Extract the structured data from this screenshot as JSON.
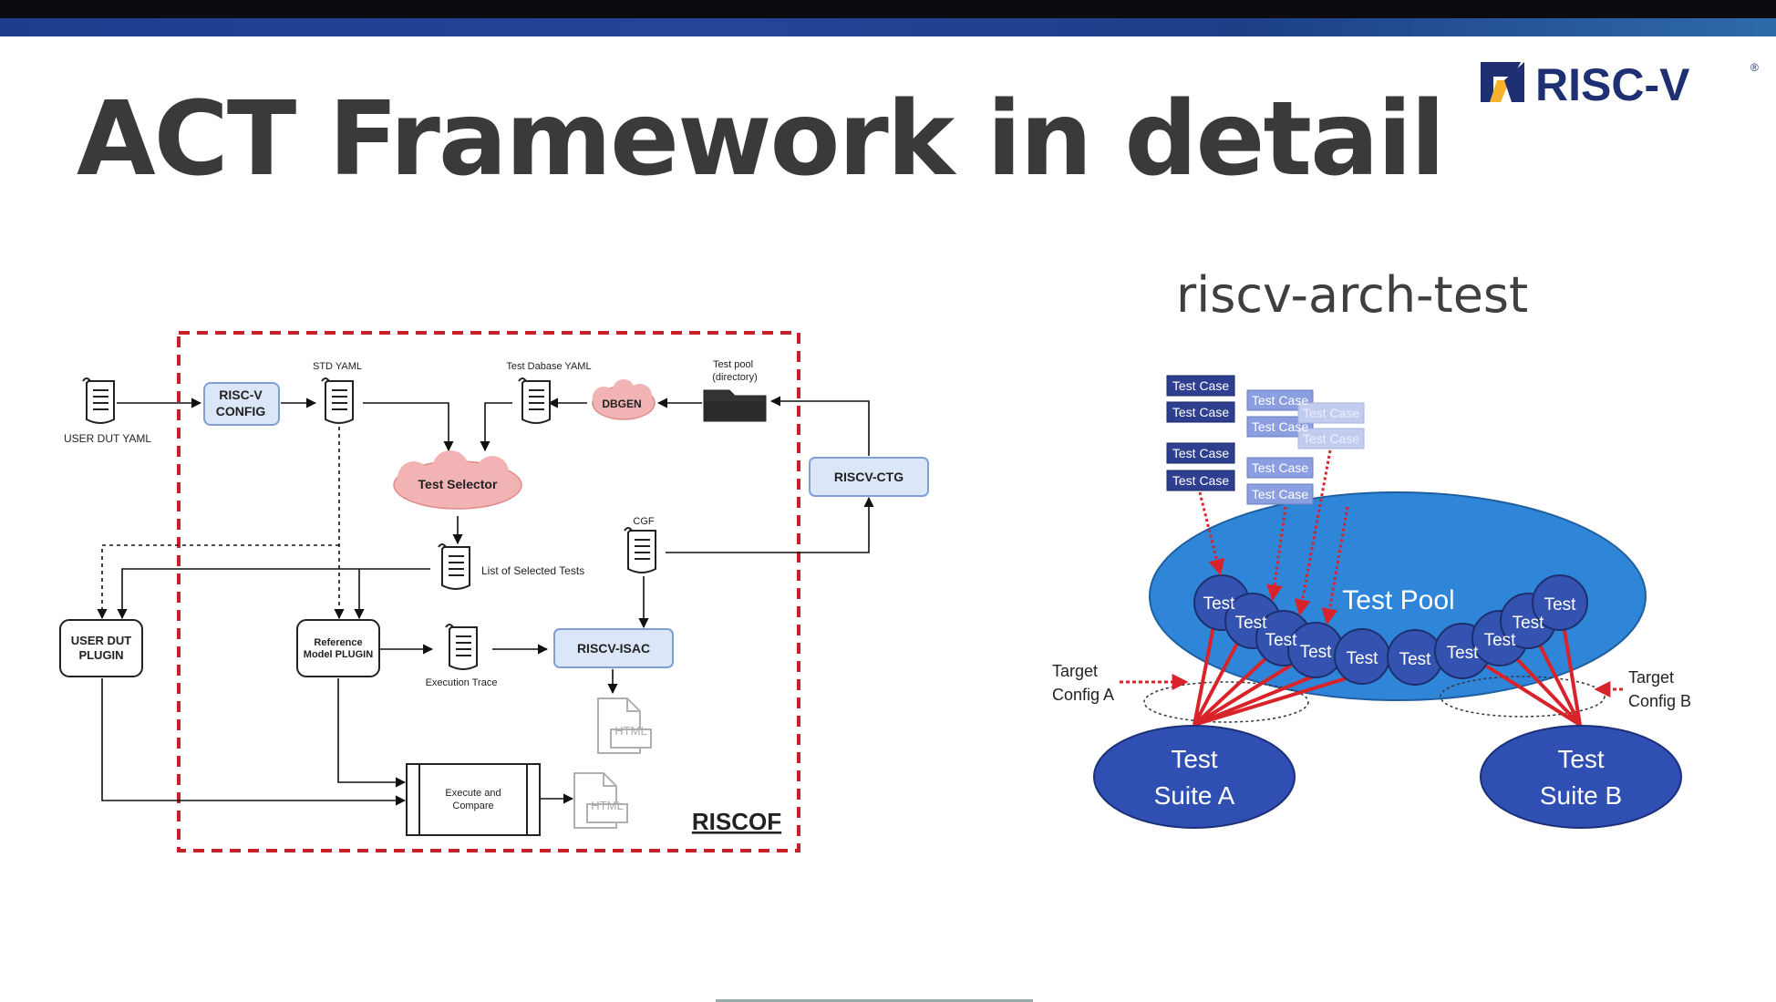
{
  "slide": {
    "title": "ACT Framework in detail",
    "logo_text": "RISC-V",
    "logo_mark": "®",
    "right_title": "riscv-arch-test"
  },
  "riscof": {
    "user_dut_yaml": "USER DUT YAML",
    "riscv_config": [
      "RISC-V",
      "CONFIG"
    ],
    "std_yaml": "STD YAML",
    "test_dbase_yaml": "Test Dabase YAML",
    "dbgen": "DBGEN",
    "test_pool": [
      "Test pool",
      "(directory)"
    ],
    "riscv_ctg": "RISCV-CTG",
    "test_selector": "Test Selector",
    "cgf": "CGF",
    "selected_tests": "List of Selected Tests",
    "user_dut_plugin": [
      "USER DUT",
      "PLUGIN"
    ],
    "reference_plugin": [
      "Reference",
      "Model PLUGIN"
    ],
    "execution_trace": "Execution Trace",
    "riscv_isac": "RISCV-ISAC",
    "html_label": "HTML",
    "execute_compare": [
      "Execute and",
      "Compare"
    ],
    "riscof_label": "RISCOF"
  },
  "arch_test": {
    "test_case": "Test Case",
    "test_pool": "Test Pool",
    "test_short": "Test",
    "suite_a": [
      "Test",
      "Suite A"
    ],
    "suite_b": [
      "Test",
      "Suite B"
    ],
    "target_a": [
      "Target",
      "Config A"
    ],
    "target_b": [
      "Target",
      "Config B"
    ]
  },
  "colors": {
    "title": "#3a3a3a",
    "riscof_border": "#c8202a",
    "box_fill": "#dbe6f8",
    "box_stroke": "#7f9fd6",
    "cloud_fill": "#f1b3b3",
    "pool_fill": "#2f86d8",
    "suite_fill": "#2f4fb3",
    "test_circle": "#3452b0",
    "test_case_dark": "#2f3f8f",
    "test_case_light": "#8a9ee0",
    "connector": "#d8232a",
    "logo_blue": "#1f2f73",
    "logo_gold": "#f5b22a"
  }
}
